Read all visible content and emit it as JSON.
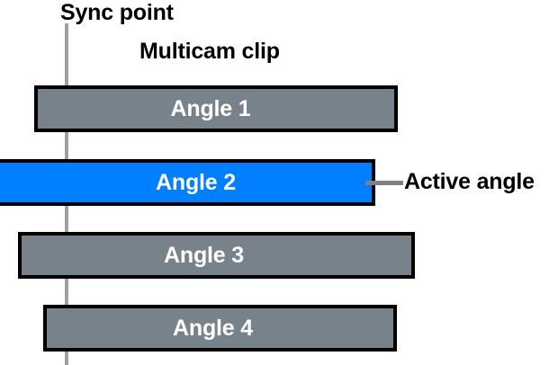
{
  "diagram": {
    "title_labels": {
      "sync_point": "Sync point",
      "multicam_clip": "Multicam clip",
      "active_angle": "Active angle"
    },
    "colors": {
      "background": "#ffffff",
      "inactive_angle_fill": "#78828a",
      "active_angle_fill": "#0080ff",
      "bar_outline": "#000000",
      "sync_line": "#9aa0a6",
      "leader_line": "#808080",
      "bar_label_text": "#ffffff",
      "callout_text": "#000000"
    },
    "angles": [
      {
        "label": "Angle 1",
        "active": false
      },
      {
        "label": "Angle 2",
        "active": true
      },
      {
        "label": "Angle 3",
        "active": false
      },
      {
        "label": "Angle 4",
        "active": false
      }
    ]
  }
}
